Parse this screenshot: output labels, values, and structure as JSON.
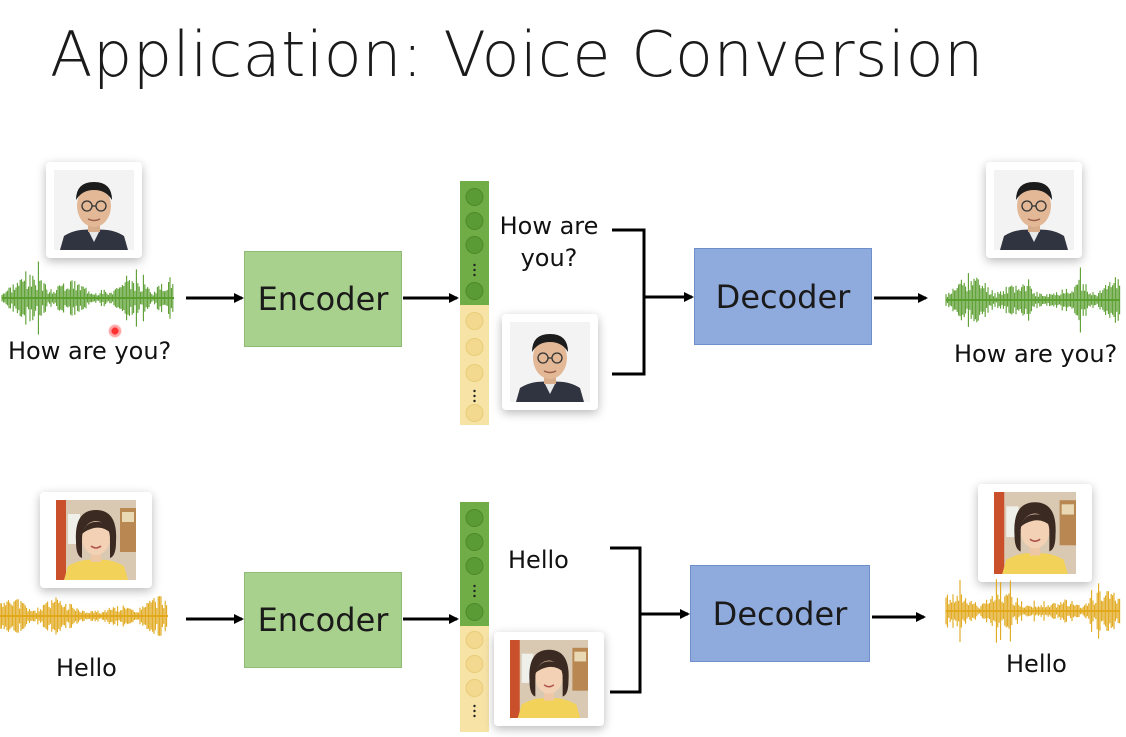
{
  "title": "Application: Voice Conversion",
  "blocks": {
    "encoder": "Encoder",
    "decoder": "Decoder"
  },
  "rows": [
    {
      "input_label": "How are you?",
      "content_label": "How are\nyou?",
      "output_label": "How are you?",
      "speaker": "male",
      "waveform_color": "#5a9e2f"
    },
    {
      "input_label": "Hello",
      "content_label": "Hello",
      "output_label": "Hello",
      "speaker": "female",
      "waveform_color": "#e0a81b"
    }
  ],
  "colors": {
    "encoder": "#a9d18e",
    "decoder": "#8faadc",
    "content_vector": "#70ad47",
    "speaker_vector": "#f7e3a6"
  },
  "icons": {
    "male_speaker": "man-portrait-icon",
    "female_speaker": "woman-portrait-icon",
    "pointer": "laser-pointer-icon"
  }
}
